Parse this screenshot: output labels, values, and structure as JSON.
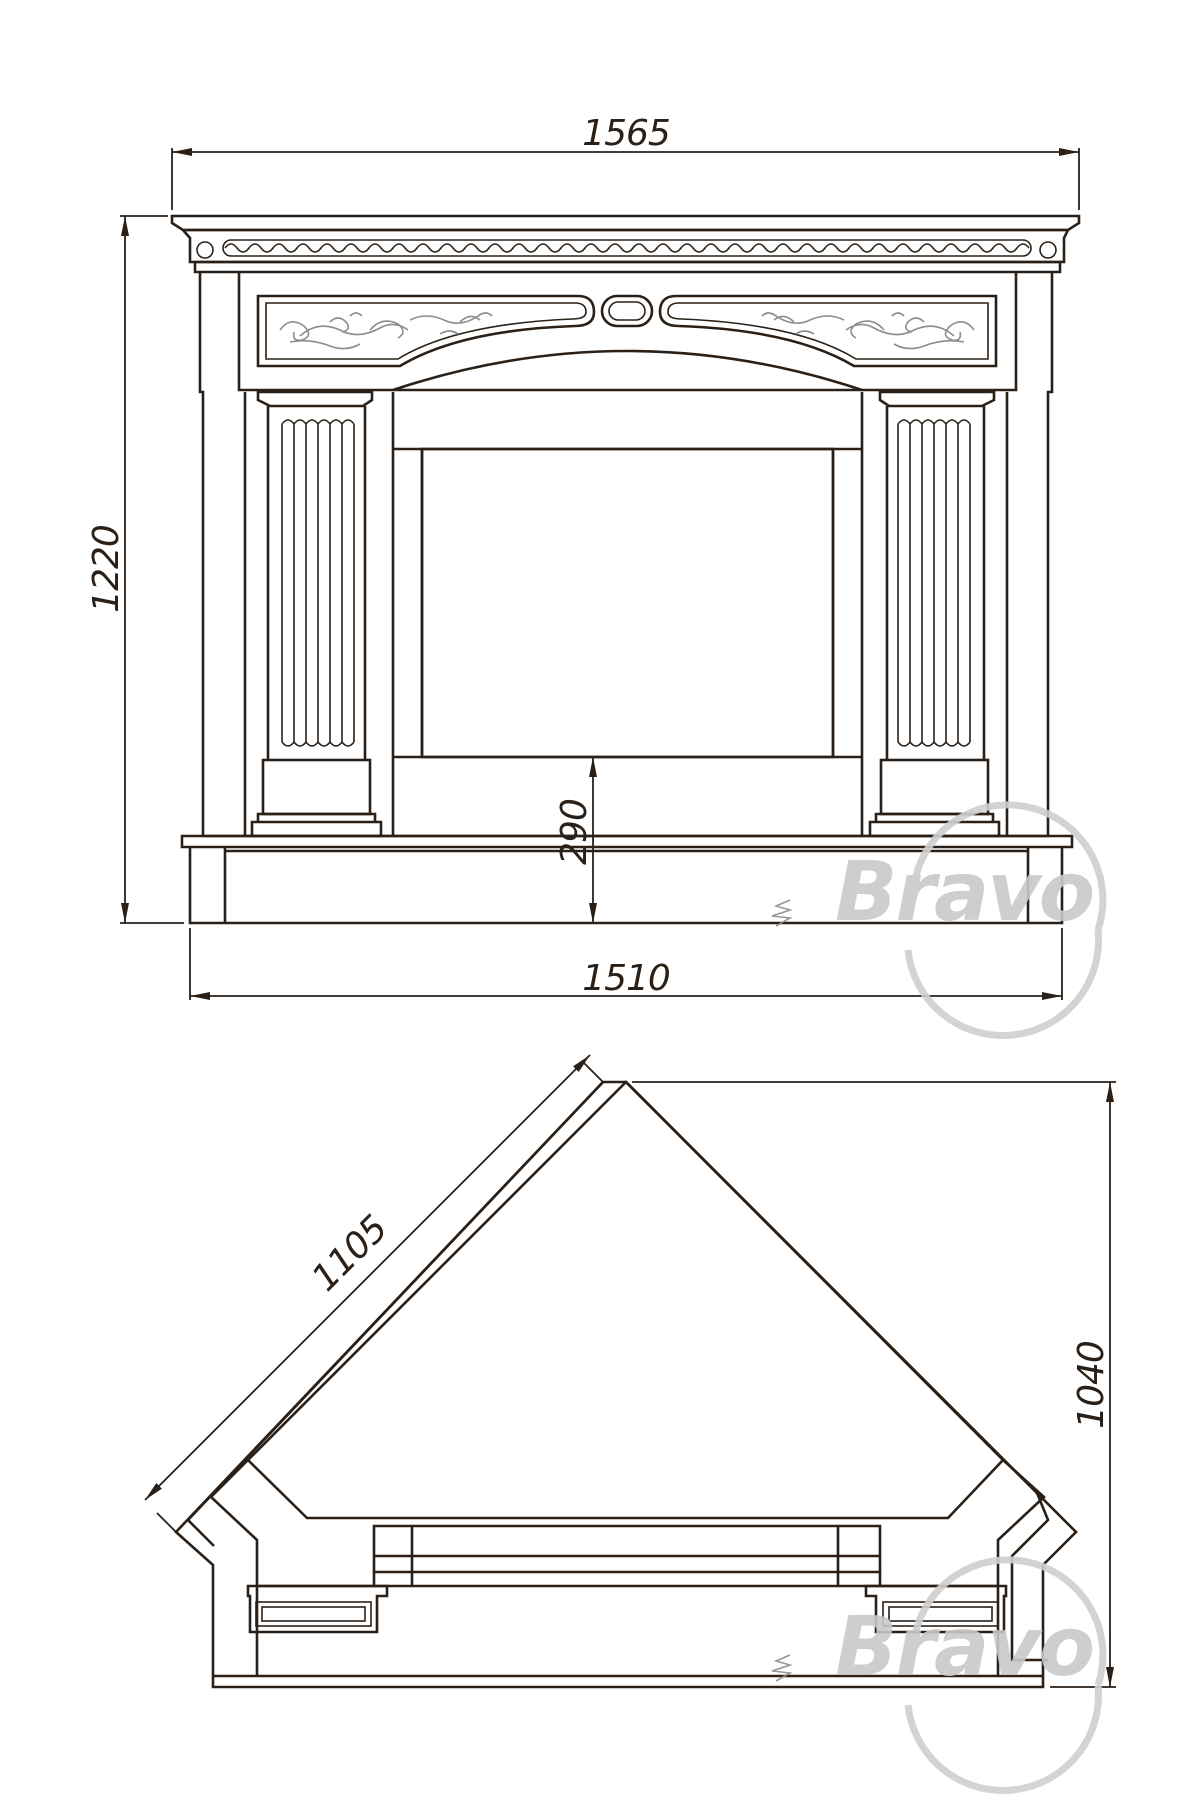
{
  "dimensions": {
    "front_width_top": "1565",
    "front_height": "1220",
    "firebox_elevation": "290",
    "front_width_base": "1510",
    "plan_diagonal": "1105",
    "plan_depth": "1040"
  },
  "watermarks": [
    "Bravo",
    "Bravo"
  ],
  "colors": {
    "line": "#2a2017",
    "watermark": "#c9c9c9"
  }
}
